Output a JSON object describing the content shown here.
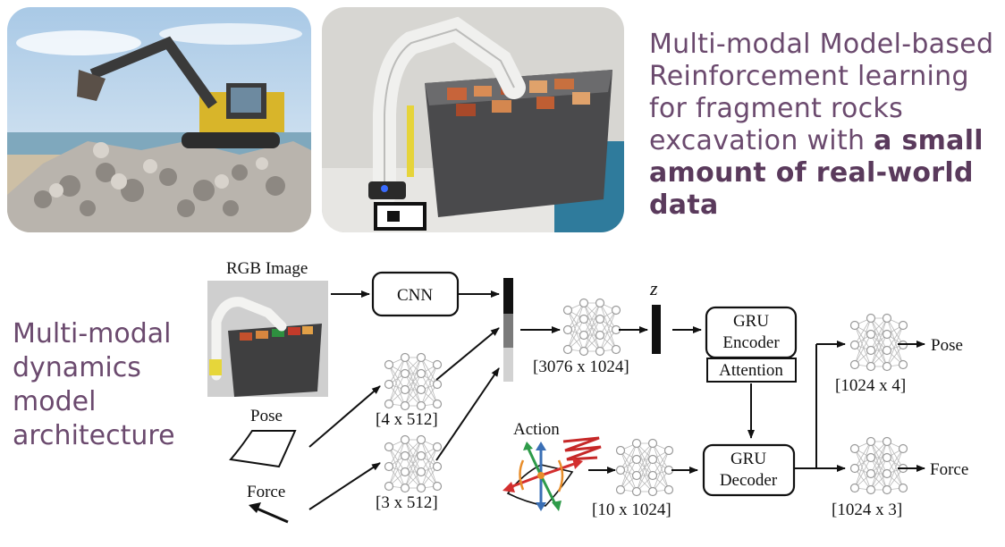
{
  "title": {
    "normal_text": "Multi-modal Model-based Reinforcement learning for fragment rocks excavation with",
    "bold_text": "a small amount of real-world data"
  },
  "side_title": "Multi-modal dynamics model architecture",
  "diagram": {
    "inputs": {
      "rgb_label": "RGB Image",
      "pose_label": "Pose",
      "force_label": "Force",
      "action_label": "Action"
    },
    "blocks": {
      "cnn": "CNN",
      "gru_encoder_line1": "GRU",
      "gru_encoder_line2": "Encoder",
      "attention": "Attention",
      "gru_decoder_line1": "GRU",
      "gru_decoder_line2": "Decoder",
      "latent": "z"
    },
    "dims": {
      "pose_mlp": "[4 x 512]",
      "force_mlp": "[3 x 512]",
      "fusion_mlp": "[3076 x 1024]",
      "action_mlp": "[10 x 1024]",
      "pose_out_mlp": "[1024 x 4]",
      "force_out_mlp": "[1024 x 3]"
    },
    "outputs": {
      "pose": "Pose",
      "force": "Force"
    }
  }
}
